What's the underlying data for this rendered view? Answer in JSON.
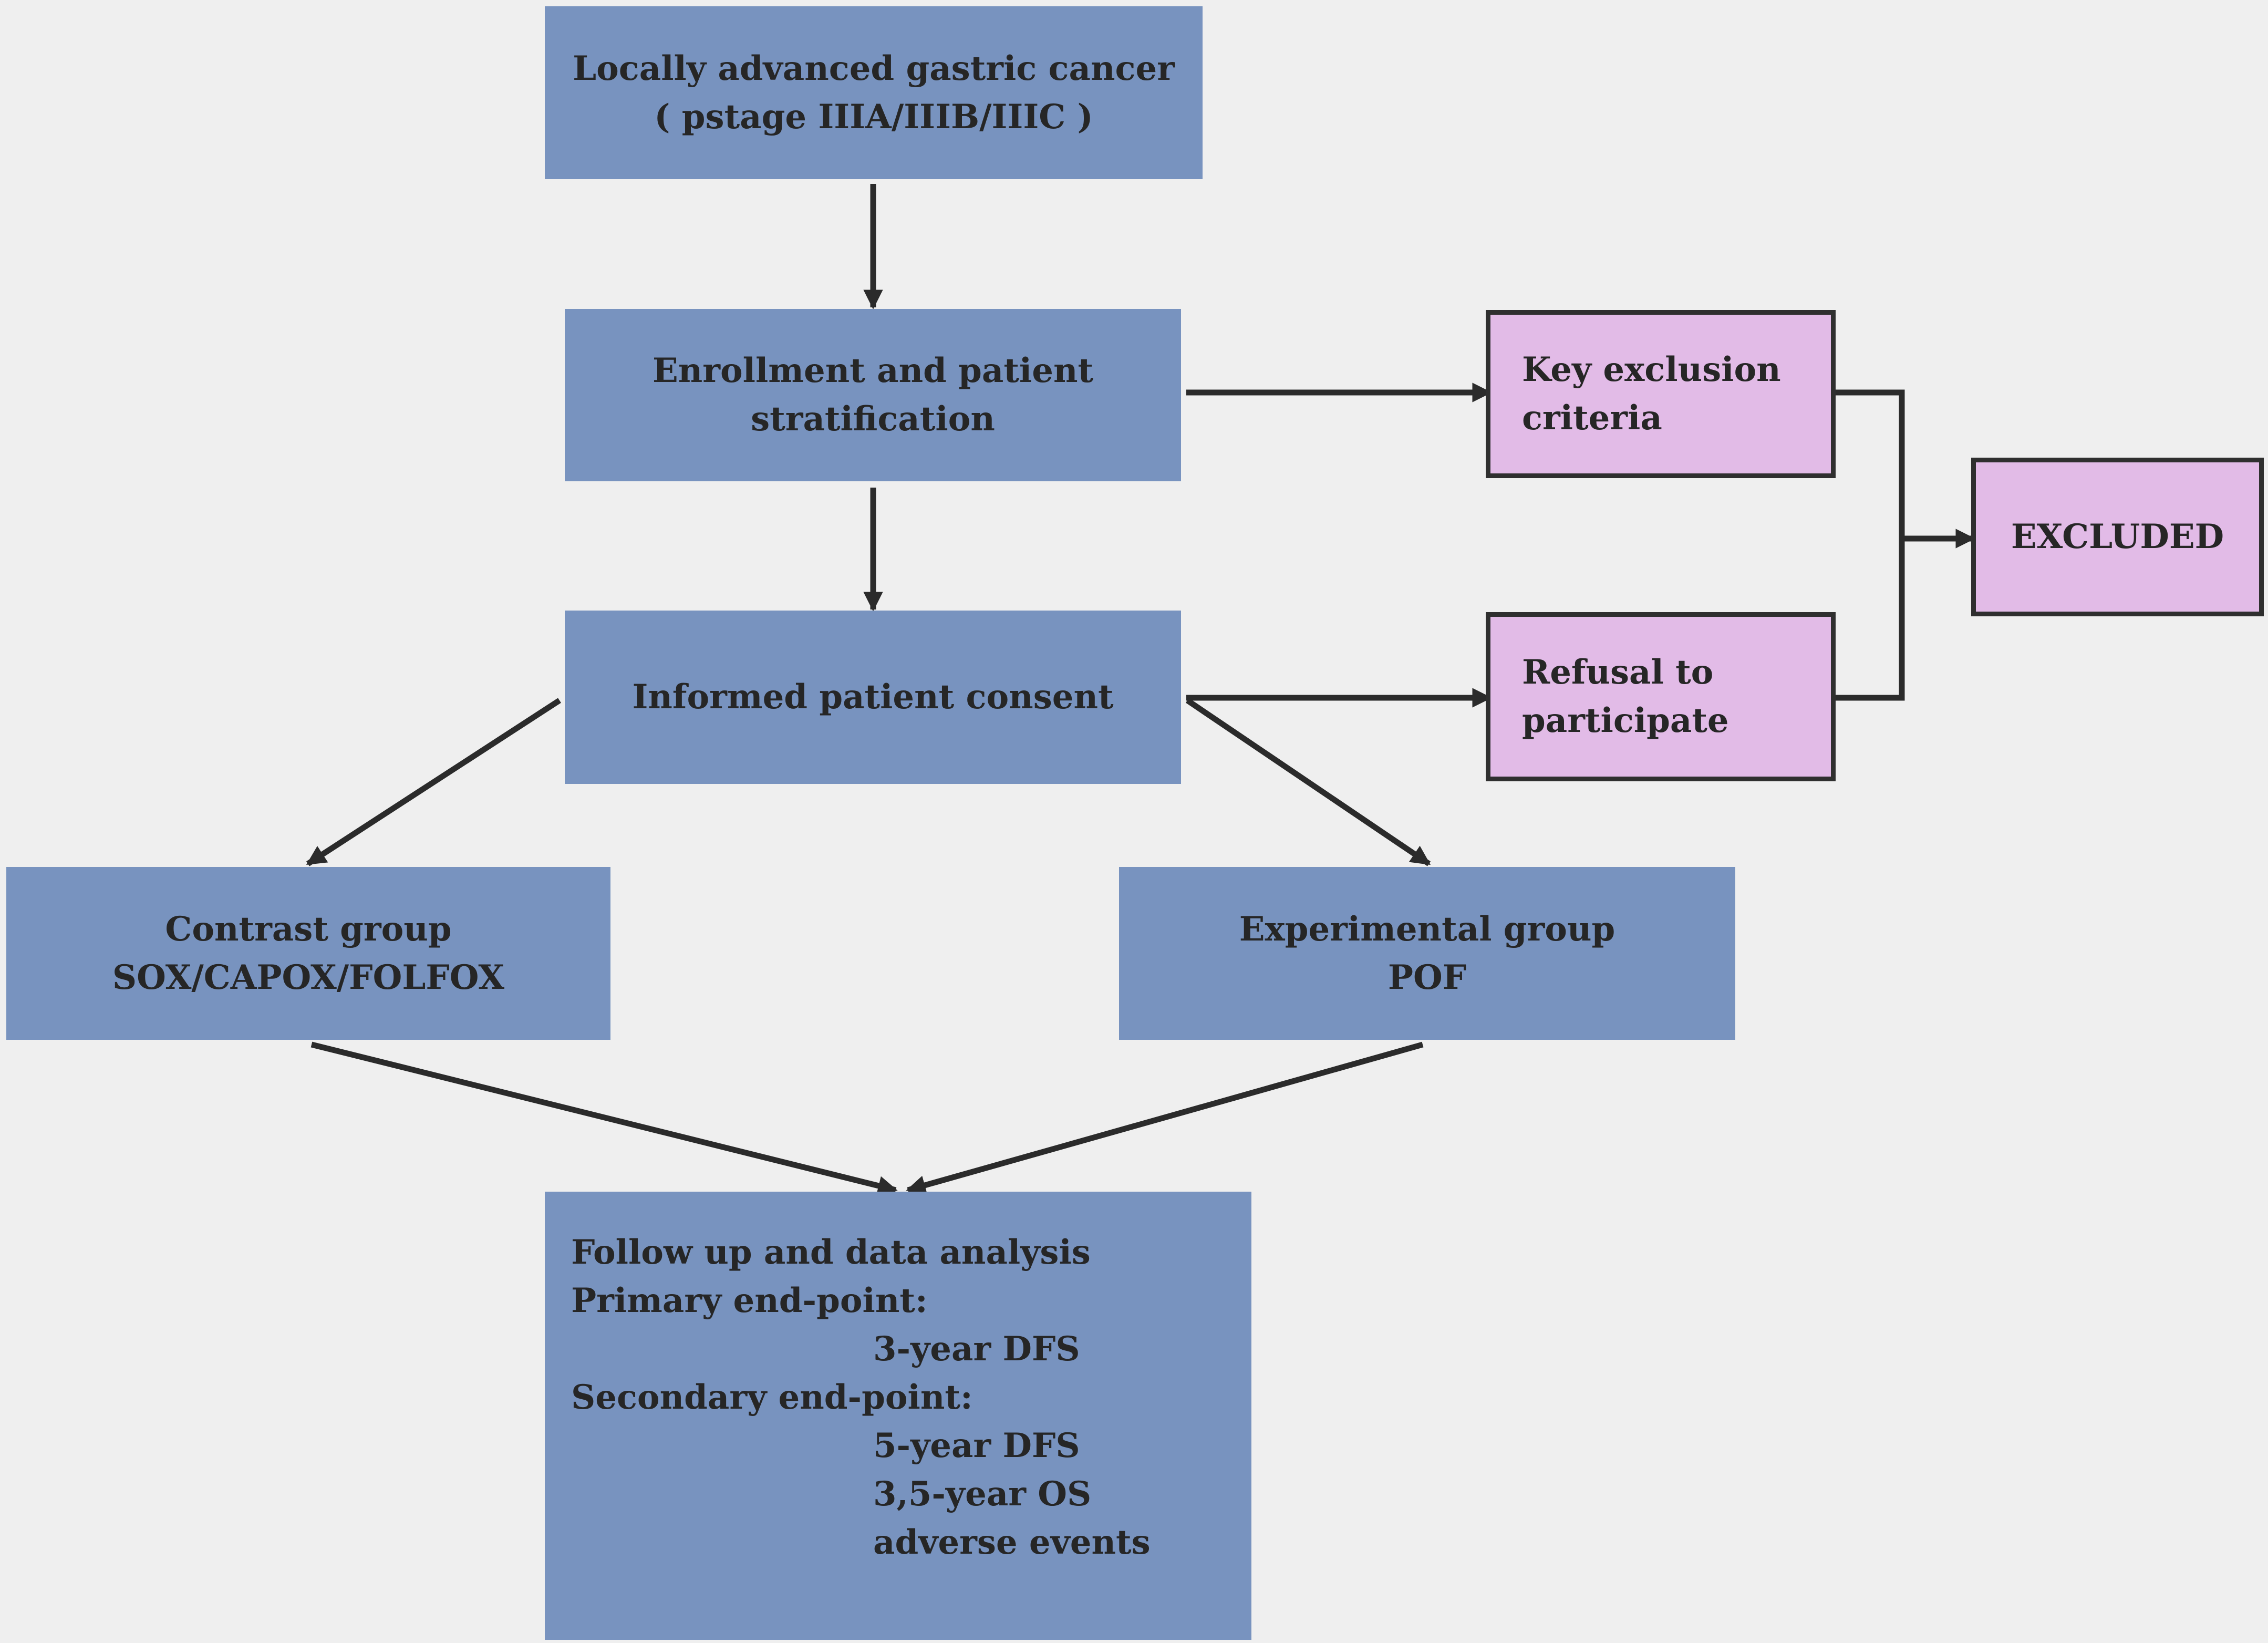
{
  "nodes": {
    "cancer": {
      "lines": [
        "Locally advanced gastric cancer",
        "( pstage IIIA/IIIB/IIIC )"
      ]
    },
    "enroll": {
      "lines": [
        "Enrollment and patient",
        "stratification"
      ]
    },
    "consent": {
      "lines": [
        "Informed patient consent"
      ]
    },
    "exclusion": {
      "lines": [
        "Key exclusion",
        "criteria"
      ]
    },
    "refusal": {
      "lines": [
        "Refusal to",
        "participate"
      ]
    },
    "excluded": {
      "lines": [
        "EXCLUDED"
      ]
    },
    "contrast": {
      "lines": [
        "Contrast group",
        "SOX/CAPOX/FOLFOX"
      ]
    },
    "experimental": {
      "lines": [
        "Experimental group",
        "POF"
      ]
    },
    "followup": {
      "title": "Follow up and data analysis",
      "primary_label": "Primary end-point:",
      "primary_items": [
        "3-year DFS"
      ],
      "secondary_label": "Secondary end-point:",
      "secondary_items": [
        "5-year DFS",
        "3,5-year OS",
        "adverse events"
      ]
    }
  },
  "edges": [
    [
      "cancer",
      "enroll"
    ],
    [
      "enroll",
      "consent"
    ],
    [
      "enroll",
      "exclusion"
    ],
    [
      "consent",
      "refusal"
    ],
    [
      "exclusion",
      "excluded"
    ],
    [
      "refusal",
      "excluded"
    ],
    [
      "consent",
      "contrast"
    ],
    [
      "consent",
      "experimental"
    ],
    [
      "contrast",
      "followup"
    ],
    [
      "experimental",
      "followup"
    ]
  ],
  "colors": {
    "process_box": "#7893bf",
    "exclusion_box": "#e2bbe7",
    "arrow": "#2b2b2b"
  }
}
